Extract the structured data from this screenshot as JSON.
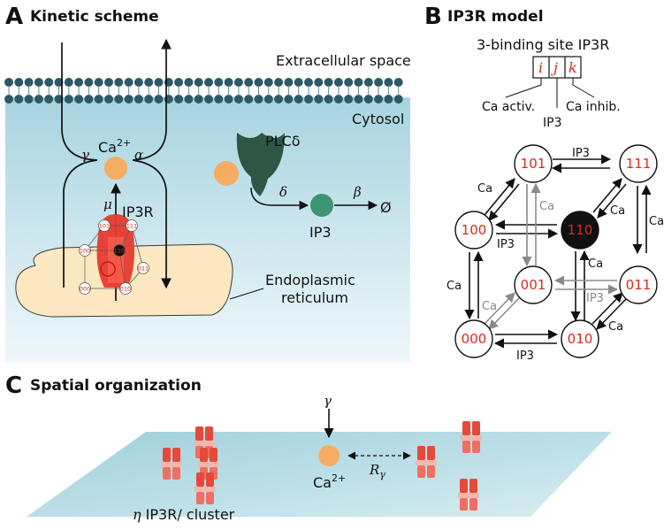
{
  "panel_a": {
    "letter": "A",
    "title": "Kinetic scheme",
    "extracellular": "Extracellular space",
    "cytosol": "Cytosol",
    "ca": "Ca",
    "ca_sup": "2+",
    "gamma": "γ",
    "alpha": "α",
    "mu": "μ",
    "ip3r": "IP3R",
    "plc": "PLCδ",
    "delta": "δ",
    "beta": "β",
    "ip3": "IP3",
    "empty_set": "Ø",
    "er_line1": "Endoplasmic",
    "er_line2": "reticulum",
    "mini_states": [
      "101",
      "111",
      "100",
      "110",
      "011",
      "000",
      "010"
    ]
  },
  "panel_b": {
    "letter": "B",
    "title": "IP3R model",
    "subtitle": "3-binding site IP3R",
    "sites": [
      "i",
      "j",
      "k"
    ],
    "site_labels": {
      "activ": "Ca activ.",
      "ip3": "IP3",
      "inhib": "Ca inhib."
    },
    "states": {
      "s101": "101",
      "s111": "111",
      "s100": "100",
      "s110": "110",
      "s001": "001",
      "s011": "011",
      "s000": "000",
      "s010": "010"
    },
    "edge_labels": {
      "top_ip3": "IP3",
      "ca_upleft": "Ca",
      "ca_upright": "Ca",
      "ca_right": "Ca",
      "mid_ip3": "IP3",
      "ca_center": "Ca",
      "ca_left": "Ca",
      "ca_grey": "Ca",
      "grey_ip3": "IP3",
      "ca_lowleft": "Ca",
      "ca_lowright": "Ca",
      "bottom_ip3": "IP3"
    }
  },
  "panel_c": {
    "letter": "C",
    "title": "Spatial organization",
    "gamma": "γ",
    "ca": "Ca",
    "ca_sup": "2+",
    "r_gamma": "R",
    "r_gamma_sub": "γ",
    "eta": "η",
    "cluster_label": " IP3R/ cluster"
  },
  "colors": {
    "cytosol_top": "#a9d6e1",
    "cytosol_bottom": "#eef7fa",
    "membrane": "#2e5866",
    "er_fill": "#fbe7c0",
    "ca_orange": "#f5ad63",
    "plc_green": "#2f5544",
    "ip3_green": "#3d9470",
    "receptor_red": "#e63a2e",
    "state_red": "#d62b1f",
    "plane": "#a8d5df"
  }
}
